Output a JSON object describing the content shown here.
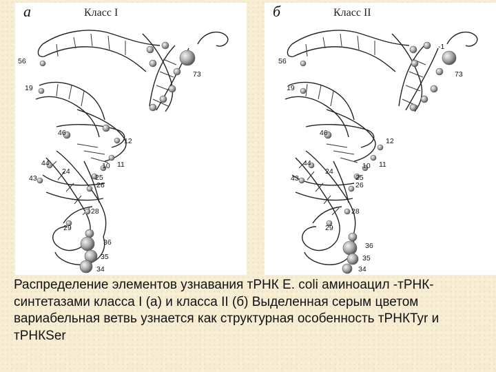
{
  "panels": [
    {
      "letter": "а",
      "title": "Класс I",
      "labels": {
        "56": "56",
        "19": "19",
        "46": "46",
        "44": "44",
        "43": "43",
        "24": "24",
        "12": "12",
        "10": "10",
        "11": "11",
        "25": "25",
        "26": "26",
        "28": "28",
        "29": "29",
        "36": "36",
        "35": "35",
        "34": "34",
        "73": "73",
        "m1": ""
      }
    },
    {
      "letter": "б",
      "title": "Класс II",
      "labels": {
        "56": "56",
        "19": "19",
        "46": "46",
        "44": "44",
        "43": "43",
        "24": "24",
        "12": "12",
        "10": "10",
        "11": "11",
        "25": "25",
        "26": "26",
        "28": "28",
        "29": "29",
        "36": "36",
        "35": "35",
        "34": "34",
        "73": "73",
        "m1": "-1"
      }
    }
  ],
  "caption": "Распределение элементов узнавания тРНК E. coli аминоацил -тРНК-синтетазами класса I (а) и класса II (б) Выделенная серым цветом вариабельная ветвь узнается как структурная особенность тРНКТуr и тРНКSer"
}
